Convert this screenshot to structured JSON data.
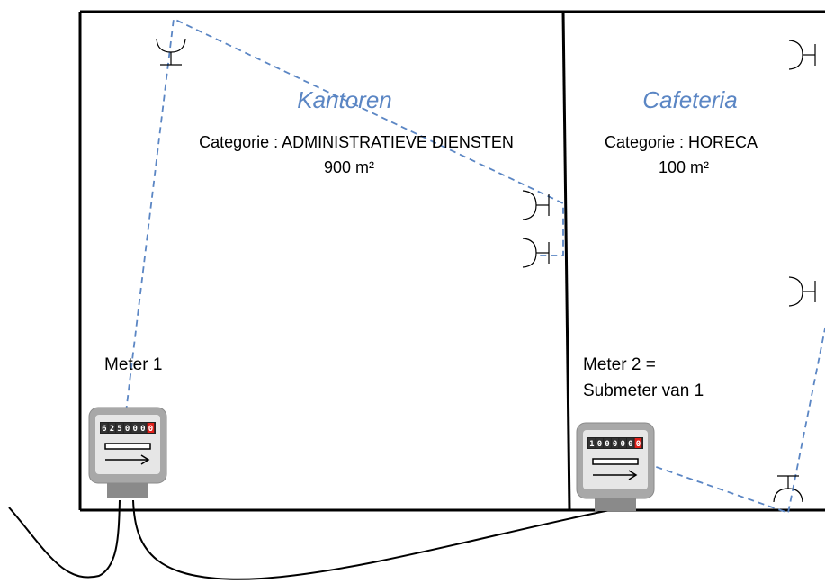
{
  "colors": {
    "accent": "#5b86c4",
    "wire": "#000000",
    "meter_body": "#a8a8a8",
    "meter_face": "#e6e6e6",
    "counter_red": "#e0201a"
  },
  "rooms": {
    "kantoren": {
      "name": "Kantoren",
      "category": "Categorie : ADMINISTRATIEVE DIENSTEN",
      "area": "900 m²"
    },
    "cafeteria": {
      "name": "Cafeteria",
      "category": "Categorie : HORECA",
      "area": "100 m²"
    }
  },
  "meters": {
    "meter1": {
      "label": "Meter 1",
      "digits": [
        "6",
        "2",
        "5",
        "0",
        "0",
        "0",
        "0"
      ]
    },
    "meter2": {
      "label_line1": "Meter 2 =",
      "label_line2": "Submeter van 1",
      "digits": [
        "1",
        "0",
        "0",
        "0",
        "0",
        "0",
        "0"
      ]
    }
  }
}
